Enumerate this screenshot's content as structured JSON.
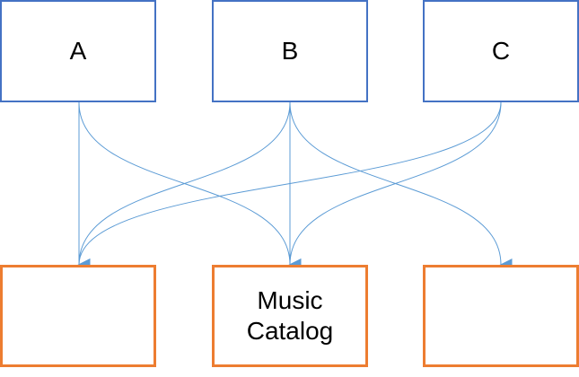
{
  "colors": {
    "source_border": "#4472c4",
    "target_border": "#ed7d31",
    "connector": "#5b9bd5"
  },
  "sources": [
    {
      "id": "A",
      "label": "A"
    },
    {
      "id": "B",
      "label": "B"
    },
    {
      "id": "C",
      "label": "C"
    }
  ],
  "targets": [
    {
      "id": "left",
      "lines": []
    },
    {
      "id": "middle",
      "lines": [
        "Music",
        "Catalog"
      ]
    },
    {
      "id": "right",
      "lines": []
    }
  ],
  "connections": [
    {
      "from": "A",
      "to": "left"
    },
    {
      "from": "A",
      "to": "middle"
    },
    {
      "from": "B",
      "to": "left"
    },
    {
      "from": "B",
      "to": "middle"
    },
    {
      "from": "B",
      "to": "right"
    },
    {
      "from": "C",
      "to": "left"
    },
    {
      "from": "C",
      "to": "middle"
    }
  ]
}
